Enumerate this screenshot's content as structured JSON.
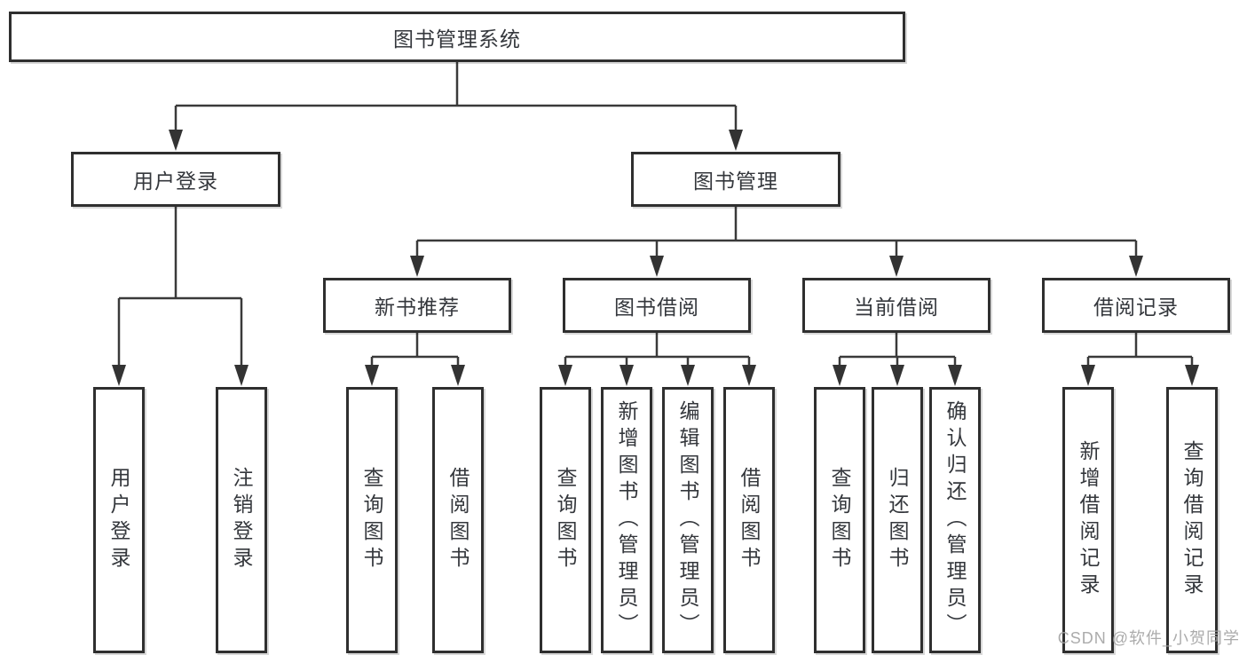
{
  "diagram": {
    "type": "hierarchy-tree",
    "colors": {
      "background": "#ffffff",
      "box_border": "#2f2f2f",
      "connector_line": "#3a3a3a",
      "text": "#34373c",
      "watermark_text": "#a3a3a3"
    },
    "tree": {
      "label": "图书管理系统",
      "children": [
        {
          "label": "用户登录",
          "children": [
            {
              "label": "用户登录"
            },
            {
              "label": "注销登录"
            }
          ]
        },
        {
          "label": "图书管理",
          "children": [
            {
              "label": "新书推荐",
              "children": [
                {
                  "label": "查询图书"
                },
                {
                  "label": "借阅图书"
                }
              ]
            },
            {
              "label": "图书借阅",
              "children": [
                {
                  "label": "查询图书"
                },
                {
                  "label": "新增图书（管理员）"
                },
                {
                  "label": "编辑图书（管理员）"
                },
                {
                  "label": "借阅图书"
                }
              ]
            },
            {
              "label": "当前借阅",
              "children": [
                {
                  "label": "查询图书"
                },
                {
                  "label": "归还图书"
                },
                {
                  "label": "确认归还（管理员）"
                }
              ]
            },
            {
              "label": "借阅记录",
              "children": [
                {
                  "label": "新增借阅记录"
                },
                {
                  "label": "查询借阅记录"
                }
              ]
            }
          ]
        }
      ]
    },
    "watermark": {
      "text": "CSDN @软件_小贺同学"
    }
  }
}
